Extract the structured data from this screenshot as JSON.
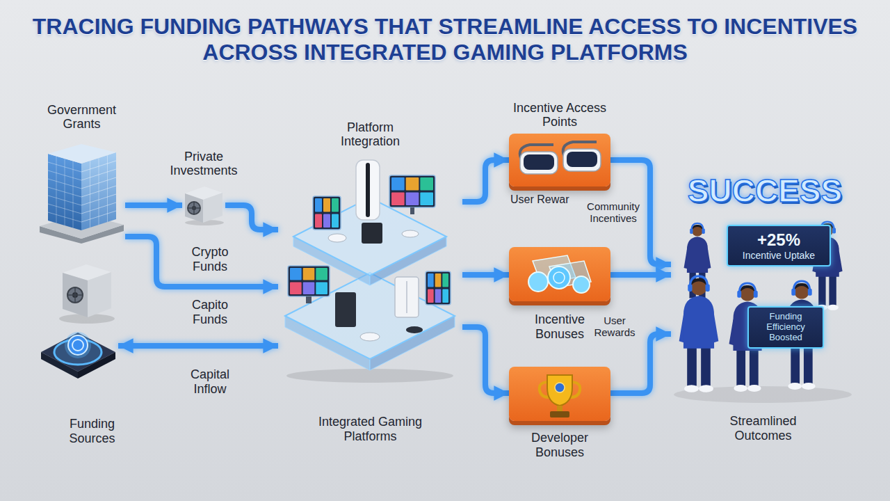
{
  "diagram": {
    "title": "TRACING FUNDING PATHWAYS THAT STREAMLINE ACCESS TO INCENTIVES ACROSS INTEGRATED GAMING PLATFORMS",
    "nodes": [
      {
        "text": [
          "Government Grants"
        ]
      },
      {
        "text": [
          "Private Investments"
        ]
      },
      {
        "text": [
          "Funding Sources"
        ]
      },
      {
        "text": [
          "Platform Integration",
          "Integrated Gaming Platforms"
        ]
      },
      {
        "text": [
          "Incentive Access Points",
          "User Rewar"
        ]
      },
      {
        "text": [
          "Incentive Bonuses"
        ]
      },
      {
        "text": [
          "Developer Bonuses"
        ]
      },
      {
        "text": [
          "Streamlined Outcomes"
        ]
      },
      {
        "text": [
          "+25%",
          "Incentive Uptake"
        ],
        "in": 7
      },
      {
        "text": [
          "Funding Efficiency Boosted"
        ],
        "in": 7
      }
    ],
    "edges": [
      {
        "from": 0,
        "to": 1,
        "arrow": "to"
      },
      {
        "from": 1,
        "to": 3,
        "arrow": "to"
      },
      {
        "from": 0,
        "to": 3,
        "label": "Crypto Funds",
        "arrow": "to"
      },
      {
        "from": 2,
        "to": 3,
        "label": "Capital Inflow",
        "arrow": "both"
      },
      {
        "from": 3,
        "to": 4,
        "arrow": "to"
      },
      {
        "from": 3,
        "to": 5,
        "arrow": "to"
      },
      {
        "from": 3,
        "to": 6,
        "arrow": "to"
      },
      {
        "from": 4,
        "to": 7,
        "arrow": "to"
      },
      {
        "from": 5,
        "to": 7,
        "arrow": "to"
      },
      {
        "from": 6,
        "to": 7,
        "arrow": "to"
      }
    ],
    "labels": [
      "Capito Funds",
      "Community Incentives",
      "User Rewards",
      "SUCCESS"
    ]
  }
}
